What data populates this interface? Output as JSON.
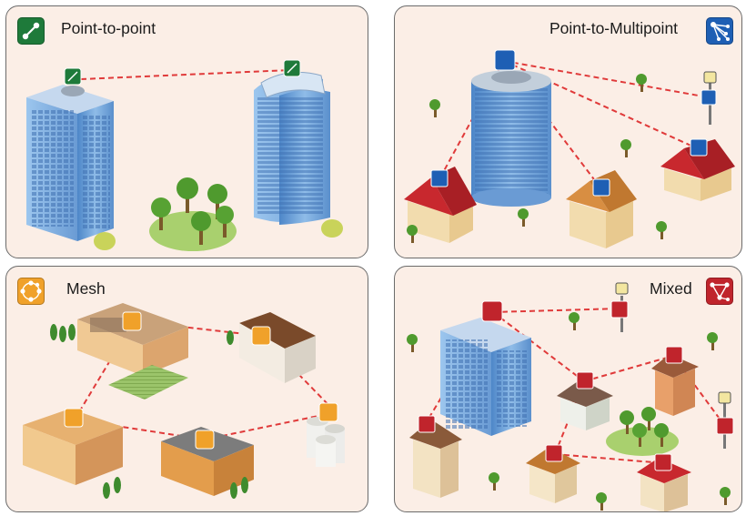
{
  "panels": {
    "p2p": {
      "title": "Point-to-point",
      "color": "#1e7a3a"
    },
    "p2mp": {
      "title": "Point-to-Multipoint",
      "color": "#1e5fb4"
    },
    "mesh": {
      "title": "Mesh",
      "color": "#f0a12a"
    },
    "mixed": {
      "title": "Mixed",
      "color": "#c0242c"
    }
  },
  "icons": [
    "point-to-point-icon",
    "point-to-multipoint-icon",
    "mesh-icon",
    "mixed-icon",
    "building-icon",
    "house-icon",
    "tree-icon",
    "street-lamp-icon",
    "storage-tank-icon"
  ],
  "link_color": "#e03a3a"
}
